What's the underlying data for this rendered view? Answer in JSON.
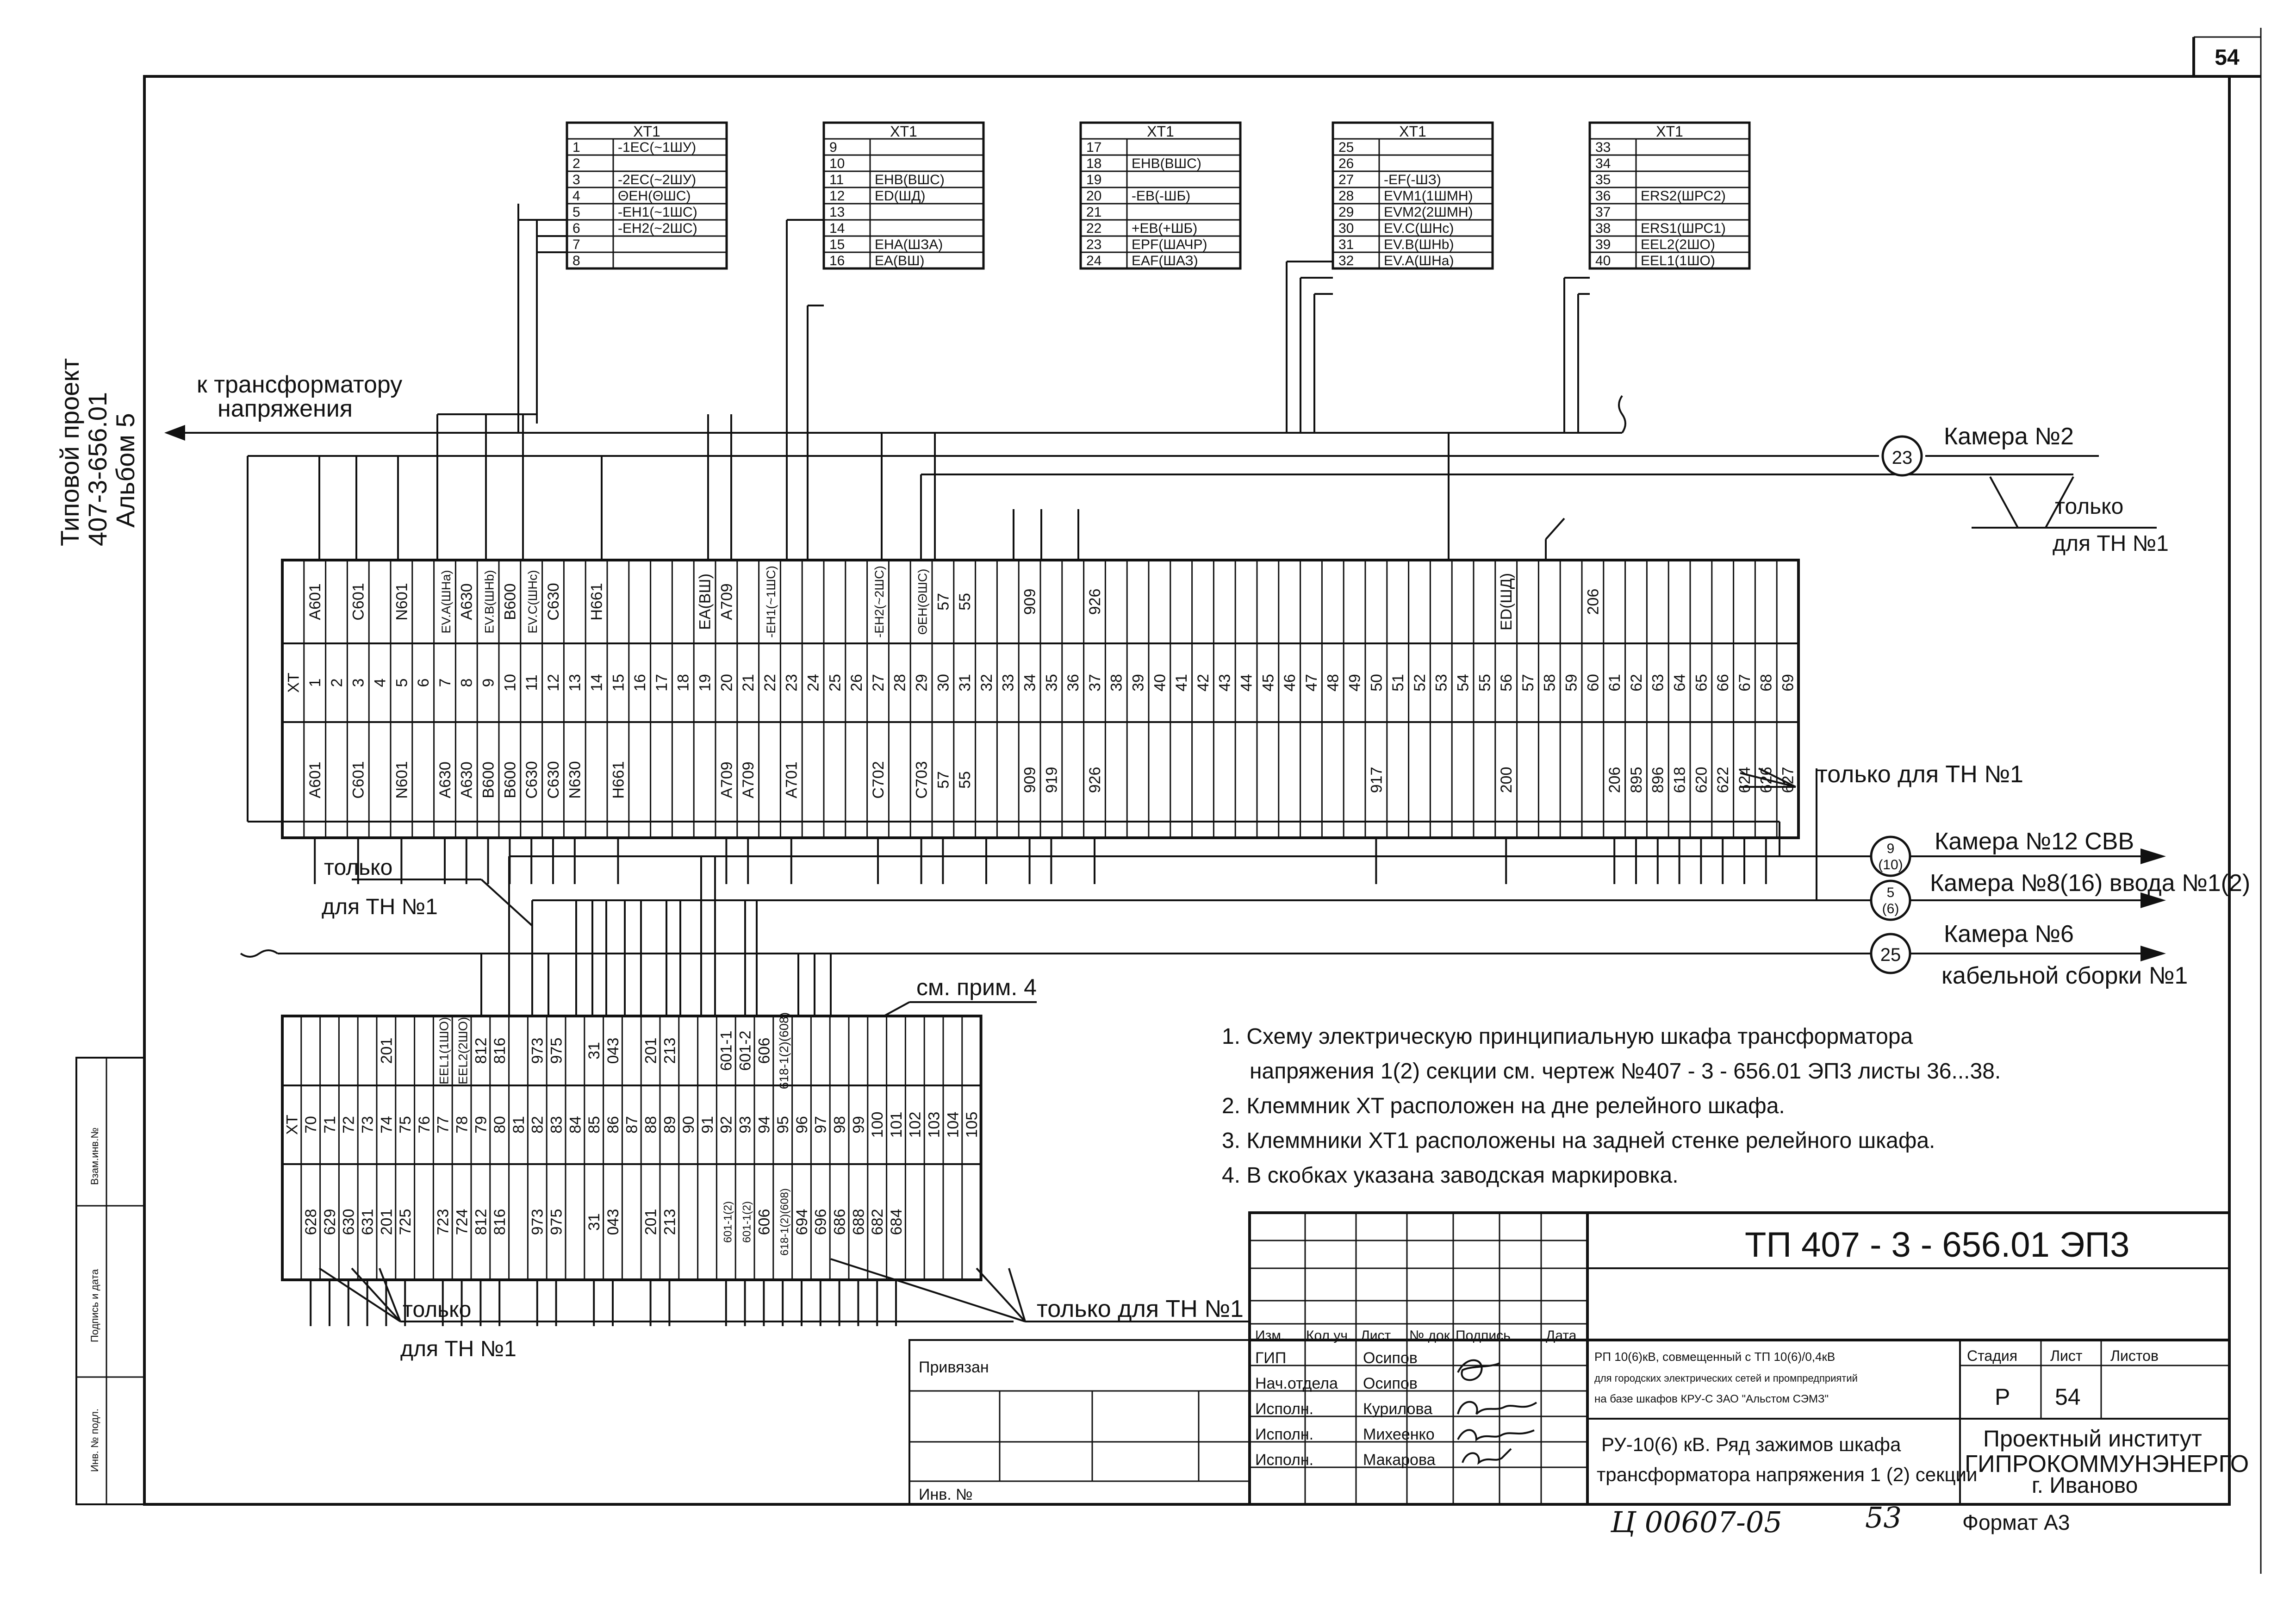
{
  "page_number": "54",
  "side_title": [
    "Типовой проект",
    "407-3-656.01",
    "Альбом 5"
  ],
  "xt1_title": "XT1",
  "xt1_tables": [
    {
      "rows": [
        [
          "1",
          "-1EC(~1ШУ)"
        ],
        [
          "2",
          ""
        ],
        [
          "3",
          "-2EC(~2ШУ)"
        ],
        [
          "4",
          "ΘEH(ΘШС)"
        ],
        [
          "5",
          "-EH1(~1ШС)"
        ],
        [
          "6",
          "-EH2(~2ШС)"
        ],
        [
          "7",
          ""
        ],
        [
          "8",
          ""
        ]
      ]
    },
    {
      "rows": [
        [
          "9",
          ""
        ],
        [
          "10",
          ""
        ],
        [
          "11",
          "EHB(ВШС)"
        ],
        [
          "12",
          "ED(ШД)"
        ],
        [
          "13",
          ""
        ],
        [
          "14",
          ""
        ],
        [
          "15",
          "EHA(ШЗА)"
        ],
        [
          "16",
          "EA(ВШ)"
        ]
      ]
    },
    {
      "rows": [
        [
          "17",
          ""
        ],
        [
          "18",
          "EHB(ВШС)"
        ],
        [
          "19",
          ""
        ],
        [
          "20",
          "-EB(-ШБ)"
        ],
        [
          "21",
          ""
        ],
        [
          "22",
          "+EB(+ШБ)"
        ],
        [
          "23",
          "EPF(ШАЧР)"
        ],
        [
          "24",
          "EAF(ШАЗ)"
        ]
      ]
    },
    {
      "rows": [
        [
          "25",
          ""
        ],
        [
          "26",
          ""
        ],
        [
          "27",
          "-EF(-ШЗ)"
        ],
        [
          "28",
          "EVM1(1ШМН)"
        ],
        [
          "29",
          "EVM2(2ШМН)"
        ],
        [
          "30",
          "EV.C(ШНс)"
        ],
        [
          "31",
          "EV.B(ШНb)"
        ],
        [
          "32",
          "EV.A(ШНа)"
        ]
      ]
    },
    {
      "rows": [
        [
          "33",
          ""
        ],
        [
          "34",
          ""
        ],
        [
          "35",
          ""
        ],
        [
          "36",
          "ERS2(ШРС2)"
        ],
        [
          "37",
          ""
        ],
        [
          "38",
          "ERS1(ШРС1)"
        ],
        [
          "39",
          "EEL2(2ШО)"
        ],
        [
          "40",
          "EEL1(1ШО)"
        ]
      ]
    }
  ],
  "labels": {
    "to_transformer": [
      "к трансформатору",
      "напряжения"
    ],
    "camera2": "Камера №2",
    "only_tn1_a": [
      "только",
      "для ТН №1"
    ],
    "only_tn1_line": "только для ТН №1",
    "camera12": "Камера №12 СВВ",
    "camera8": "Камера №8(16) ввода №1(2)",
    "camera6": [
      "Камера №6",
      "кабельной сборки №1"
    ],
    "only_b": [
      "только",
      "для ТН №1"
    ],
    "see_note": "см. прим. 4",
    "only_c": [
      "только",
      "для ТН №1"
    ],
    "only_d": "только для ТН №1"
  },
  "circles": [
    {
      "top": "23",
      "bottom": ""
    },
    {
      "top": "9",
      "bottom": "(10)"
    },
    {
      "top": "5",
      "bottom": "(6)"
    },
    {
      "top": "25",
      "bottom": ""
    }
  ],
  "strip1": {
    "xt_label": "XT",
    "top": [
      "A601",
      "",
      "C601",
      "",
      "N601",
      "",
      "EV.A(ШНа)",
      "A630",
      "EV.B(ШНb)",
      "B600",
      "EV.C(ШНс)",
      "C630",
      "",
      "H661",
      "",
      "",
      "",
      "",
      "EA(ВШ)",
      "A709",
      "",
      "-EH1(~1ШС)",
      "",
      "",
      "",
      "",
      "-EH2(~2ШС)",
      "",
      "ΘEH(ΘШС)",
      "57",
      "55",
      "",
      "",
      "909",
      "",
      "",
      "926",
      "",
      "",
      "",
      "",
      "",
      "",
      "",
      "",
      "",
      "",
      "",
      "",
      "",
      "",
      "",
      "",
      "",
      "",
      "ED(ШД)",
      "",
      "",
      "",
      "206",
      "",
      "",
      "",
      "",
      "",
      "",
      "",
      ""
    ],
    "nums": [
      "1",
      "2",
      "3",
      "4",
      "5",
      "6",
      "7",
      "8",
      "9",
      "10",
      "11",
      "12",
      "13",
      "14",
      "15",
      "16",
      "17",
      "18",
      "19",
      "20",
      "21",
      "22",
      "23",
      "24",
      "25",
      "26",
      "27",
      "28",
      "29",
      "30",
      "31",
      "32",
      "33",
      "34",
      "35",
      "36",
      "37",
      "38",
      "39",
      "40",
      "41",
      "42",
      "43",
      "44",
      "45",
      "46",
      "47",
      "48",
      "49",
      "50",
      "51",
      "52",
      "53",
      "54",
      "55",
      "56",
      "57",
      "58",
      "59",
      "60",
      "61",
      "62",
      "63",
      "64",
      "65",
      "66",
      "67",
      "68",
      "69"
    ],
    "bot": [
      "A601",
      "",
      "C601",
      "",
      "N601",
      "",
      "A630",
      "A630",
      "B600",
      "B600",
      "C630",
      "C630",
      "N630",
      "",
      "H661",
      "",
      "",
      "",
      "",
      "A709",
      "A709",
      "",
      "A701",
      "",
      "",
      "",
      "C702",
      "",
      "C703",
      "57",
      "55",
      "",
      "",
      "909",
      "919",
      "",
      "926",
      "",
      "",
      "",
      "",
      "",
      "",
      "",
      "",
      "",
      "",
      "",
      "",
      "917",
      "",
      "",
      "",
      "",
      "",
      "200",
      "",
      "",
      "",
      "",
      "206",
      "895",
      "896",
      "618",
      "620",
      "622",
      "624",
      "626",
      "627"
    ]
  },
  "strip2": {
    "xt_label": "XT",
    "top": [
      "",
      "",
      "",
      "",
      "201",
      "",
      "",
      "EEL1(1ШО)",
      "EEL2(2ШО)",
      "812",
      "816",
      "",
      "973",
      "975",
      "",
      "31",
      "043",
      "",
      "201",
      "213",
      "",
      "",
      "601-1",
      "601-2",
      "606",
      "618-1(2)(608)",
      "",
      "",
      "",
      "",
      "",
      "",
      "",
      ""
    ],
    "nums": [
      "70",
      "71",
      "72",
      "73",
      "74",
      "75",
      "76",
      "77",
      "78",
      "79",
      "80",
      "81",
      "82",
      "83",
      "84",
      "85",
      "86",
      "87",
      "88",
      "89",
      "90",
      "91",
      "92",
      "93",
      "94",
      "95",
      "96",
      "97",
      "98",
      "99",
      "100",
      "101",
      "102",
      "103",
      "104",
      "105"
    ],
    "bot": [
      "628",
      "629",
      "630",
      "631",
      "201",
      "725",
      "",
      "723",
      "724",
      "812",
      "816",
      "",
      "973",
      "975",
      "",
      "31",
      "043",
      "",
      "201",
      "213",
      "",
      "",
      "601-1(2)",
      "601-1(2)",
      "606",
      "618-1(2)(608)",
      "694",
      "696",
      "686",
      "688",
      "682",
      "684",
      "",
      ""
    ]
  },
  "notes": [
    "1. Схему электрическую принципиальную шкафа трансформатора",
    "напряжения 1(2) секции см. чертеж №407 - 3 - 656.01 ЭП3 листы 36...38.",
    "2. Клеммник XT расположен на дне релейного шкафа.",
    "3. Клеммники XT1  расположены на задней стенке релейного шкафа.",
    "4. В скобках указана заводская маркировка."
  ],
  "stamp": {
    "code": "ТП  407 - 3 - 656.01     ЭП3",
    "header_cols": [
      "Изм.",
      "Кол.уч.",
      "Лист",
      "№ док.",
      "Подпись",
      "Дата"
    ],
    "roles": [
      "ГИП",
      "Нач.отдела",
      "Исполн.",
      "Исполн.",
      "Исполн."
    ],
    "names": [
      "Осипов",
      "Осипов",
      "Курилова",
      "Михеенко",
      "Макарова"
    ],
    "privyazan": "Привязан",
    "inv_no": "Инв. №",
    "project_desc": [
      "РП 10(6)кВ, совмещенный с ТП 10(6)/0,4кВ",
      "для городских электрических сетей и промпредприятий",
      "на базе шкафов КРУ-С ЗАО \"Альстом СЭМЗ\""
    ],
    "sheet_title": [
      "РУ-10(6) кВ. Ряд зажимов шкафа",
      "трансформатора напряжения 1 (2) секции"
    ],
    "stage_label": "Стадия",
    "sheet_label": "Лист",
    "sheets_label": "Листов",
    "stage": "Р",
    "sheet": "54",
    "institute": [
      "Проектный институт",
      "ГИПРОКОММУНЭНЕРГО",
      "г. Иваново"
    ],
    "format": "Формат А3",
    "handwritten": [
      "Ц 00607-05",
      "53"
    ]
  },
  "left_strip": [
    "Взам.инв.№",
    "Подпись и дата",
    "Инв. № подл."
  ]
}
